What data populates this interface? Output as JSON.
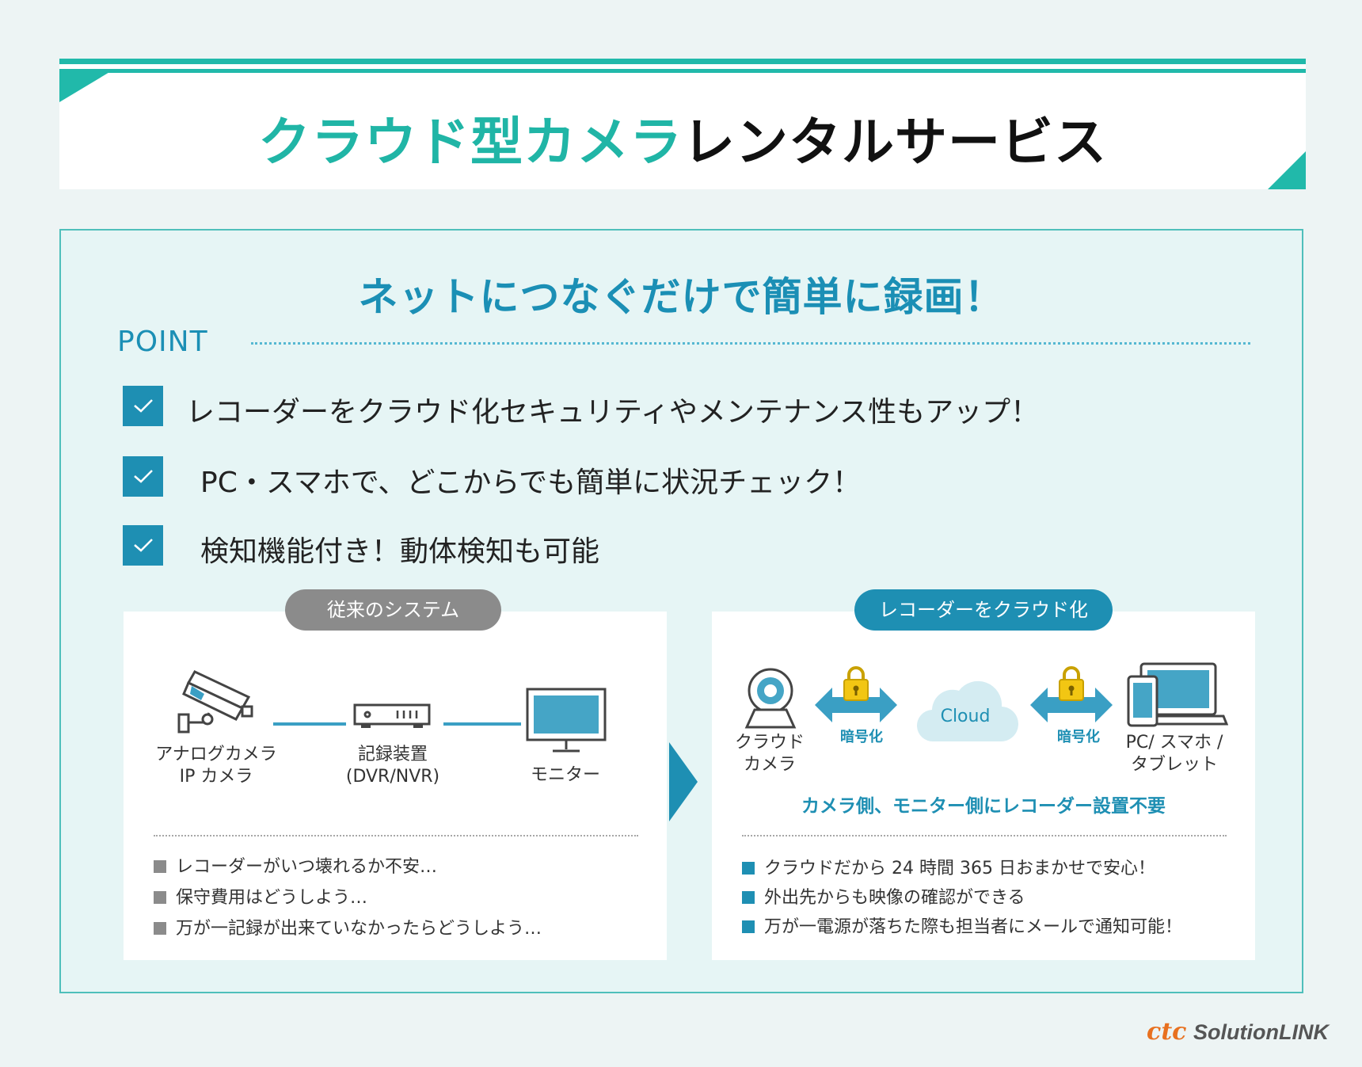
{
  "header": {
    "title_accent": "クラウド型カメラ",
    "title_rest": "レンタルサービス"
  },
  "panel": {
    "subtitle": "ネットにつなぐだけで簡単に録画！",
    "point_label": "POINT",
    "points": [
      "レコーダーをクラウド化セキュリティやメンテナンス性もアップ！",
      "PC・スマホで、どこからでも簡単に状況チェック！",
      "検知機能付き！動体検知も可能"
    ]
  },
  "old_system": {
    "tag": "従来のシステム",
    "camera_label_1": "アナログカメラ",
    "camera_label_2": "IP カメラ",
    "recorder_label_1": "記録装置",
    "recorder_label_2": "(DVR/NVR)",
    "monitor_label": "モニター",
    "concerns": [
      "レコーダーがいつ壊れるか不安…",
      "保守費用はどうしよう…",
      "万が一記録が出来ていなかったらどうしよう…"
    ]
  },
  "new_system": {
    "tag": "レコーダーをクラウド化",
    "camera_label_1": "クラウド",
    "camera_label_2": "カメラ",
    "encrypt_left": "暗号化",
    "cloud_label": "Cloud",
    "encrypt_right": "暗号化",
    "device_label_1": "PC/ スマホ /",
    "device_label_2": "タブレット",
    "note": "カメラ側、モニター側にレコーダー設置不要",
    "benefits": [
      "クラウドだから 24 時間 365 日おまかせで安心！",
      "外出先からも映像の確認ができる",
      "万が一電源が落ちた際も担当者にメールで通知可能！"
    ]
  },
  "footer": {
    "logo_ctc": "ctc",
    "logo_text": "SolutionLINK"
  },
  "colors": {
    "teal": "#21b9aa",
    "blue": "#1e8fb3",
    "gray_tag": "#8b8b8b",
    "orange": "#e8701f"
  },
  "icons": [
    "check-icon",
    "security-camera-icon",
    "recorder-icon",
    "monitor-icon",
    "webcam-icon",
    "lock-icon",
    "double-arrow-icon",
    "cloud-icon",
    "devices-icon",
    "arrow-right-icon"
  ]
}
